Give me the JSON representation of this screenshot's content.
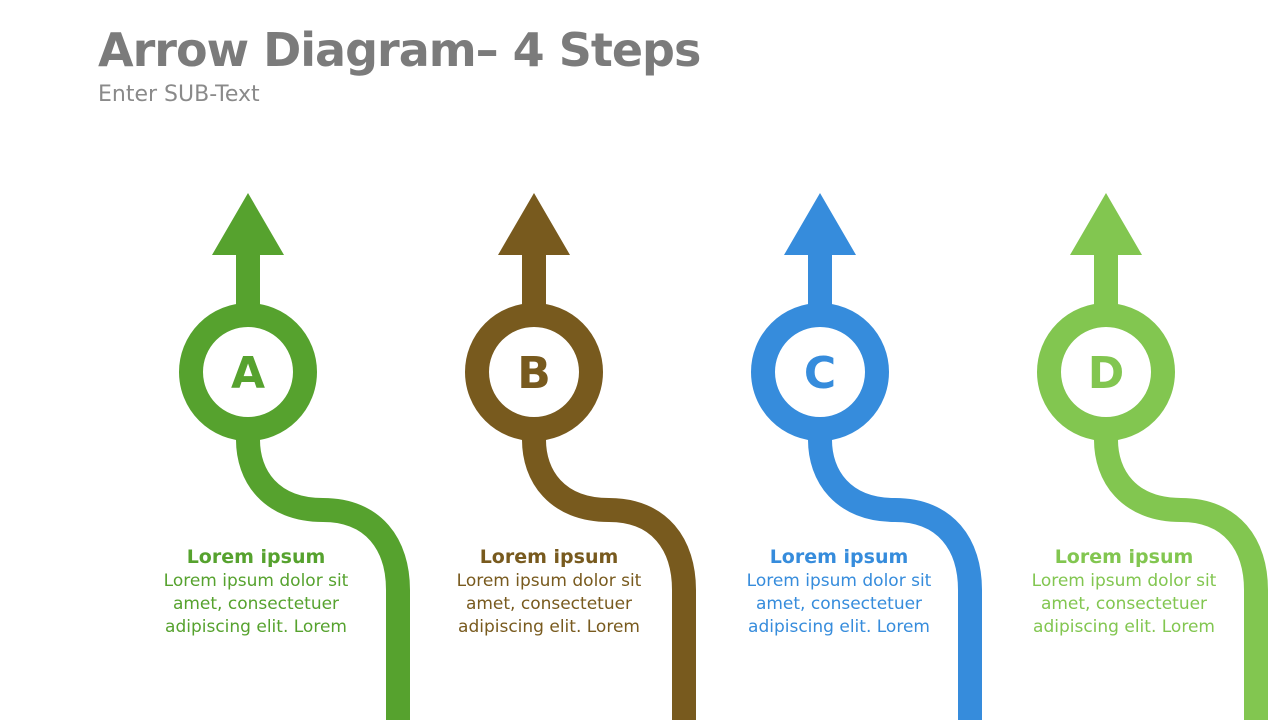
{
  "header": {
    "title": "Arrow Diagram– 4 Steps",
    "subtitle": "Enter SUB-Text"
  },
  "steps": [
    {
      "letter": "A",
      "heading": "Lorem ipsum",
      "body": "Lorem ipsum dolor sit\namet, consectetuer\nadipiscing elit. Lorem",
      "color": "#56A22E"
    },
    {
      "letter": "B",
      "heading": "Lorem ipsum",
      "body": "Lorem ipsum dolor sit\namet, consectetuer\nadipiscing elit. Lorem",
      "color": "#785A1E"
    },
    {
      "letter": "C",
      "heading": "Lorem ipsum",
      "body": "Lorem ipsum dolor sit\namet, consectetuer\nadipiscing elit. Lorem",
      "color": "#368CDC"
    },
    {
      "letter": "D",
      "heading": "Lorem ipsum",
      "body": "Lorem ipsum dolor sit\namet, consectetuer\nadipiscing elit. Lorem",
      "color": "#82C650"
    }
  ]
}
